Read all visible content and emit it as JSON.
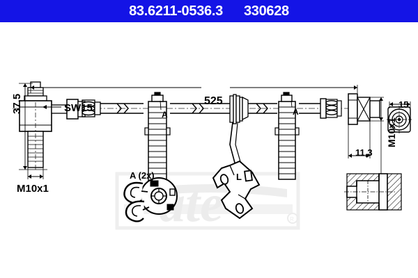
{
  "header": {
    "part_number": "83.6211-0536.3",
    "article_number": "330628",
    "background_color": "#1414e6",
    "text_color": "#ffffff"
  },
  "drawing": {
    "title": "Brake hose assembly technical drawing",
    "brand_watermark": "ate",
    "dimensions": {
      "overall_length": "525",
      "left_height": "37,5",
      "left_wrench_size": "SW15",
      "left_thread": "M10x1",
      "right_thread": "M10x1",
      "right_hex_length": "11,3",
      "end_view_width": "15"
    },
    "callouts": {
      "clamp_upper_left": "A",
      "clamp_upper_right": "A",
      "clamp_detail": "A (2x)",
      "bracket_detail": "L"
    },
    "line_color": "#000000",
    "watermark_color": "#eeeeee"
  }
}
